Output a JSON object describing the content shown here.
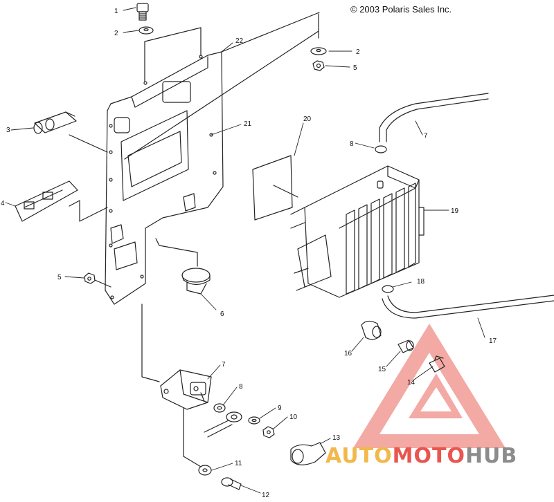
{
  "copyright": "© 2003 Polaris Sales Inc.",
  "watermark": {
    "part1": "AUTO",
    "part2": "MOTO",
    "part3": "HUB",
    "colors": {
      "auto": "#f2b84b",
      "moto": "#e8564f",
      "hub": "#8c8c8c"
    }
  },
  "callouts": [
    {
      "id": "c1",
      "label": "1"
    },
    {
      "id": "c2a",
      "label": "2"
    },
    {
      "id": "c2b",
      "label": "2"
    },
    {
      "id": "c3",
      "label": "3"
    },
    {
      "id": "c4",
      "label": "4"
    },
    {
      "id": "c5a",
      "label": "5"
    },
    {
      "id": "c5b",
      "label": "5"
    },
    {
      "id": "c6",
      "label": "6"
    },
    {
      "id": "c7a",
      "label": "7"
    },
    {
      "id": "c7b",
      "label": "7"
    },
    {
      "id": "c8a",
      "label": "8"
    },
    {
      "id": "c8b",
      "label": "8"
    },
    {
      "id": "c9",
      "label": "9"
    },
    {
      "id": "c10",
      "label": "10"
    },
    {
      "id": "c11",
      "label": "11"
    },
    {
      "id": "c12",
      "label": "12"
    },
    {
      "id": "c13",
      "label": "13"
    },
    {
      "id": "c14",
      "label": "14"
    },
    {
      "id": "c15",
      "label": "15"
    },
    {
      "id": "c16",
      "label": "16"
    },
    {
      "id": "c17",
      "label": "17"
    },
    {
      "id": "c18",
      "label": "18"
    },
    {
      "id": "c19",
      "label": "19"
    },
    {
      "id": "c20",
      "label": "20"
    },
    {
      "id": "c21",
      "label": "21"
    },
    {
      "id": "c22",
      "label": "22"
    }
  ]
}
